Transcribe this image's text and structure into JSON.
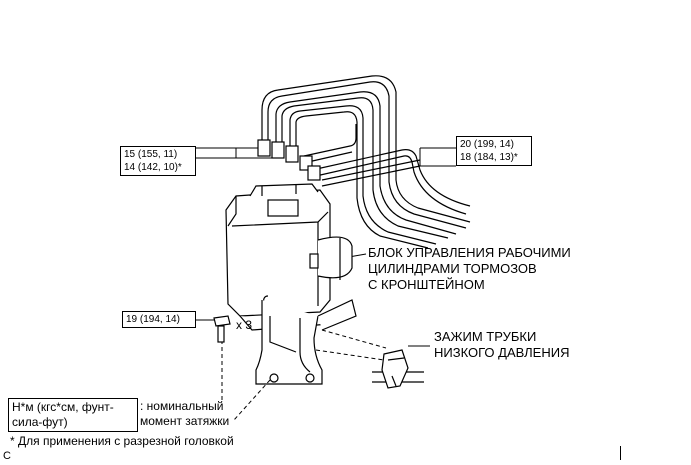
{
  "torque_labels": {
    "left_line1": "15 (155, 11)",
    "left_line2": "14 (142, 10)*",
    "right_line1": "20 (199, 14)",
    "right_line2": "18 (184, 13)*",
    "bolt": "19 (194, 14)"
  },
  "bolt_count": "x 3",
  "part_labels": {
    "actuator_line1": "БЛОК УПРАВЛЕНИЯ РАБОЧИМИ",
    "actuator_line2": "ЦИЛИНДРАМИ ТОРМОЗОВ",
    "actuator_line3": "С КРОНШТЕЙНОМ",
    "clamp_line1": "ЗАЖИМ ТРУБКИ",
    "clamp_line2": "НИЗКОГО ДАВЛЕНИЯ"
  },
  "legend": {
    "unit_line1": "Н*м (кгс*см, фунт-",
    "unit_line2": "сила-фут)",
    "desc_line1": ": номинальный",
    "desc_line2": "момент затяжки"
  },
  "footnote": "* Для применения с разрезной головкой",
  "corner_code": "C"
}
